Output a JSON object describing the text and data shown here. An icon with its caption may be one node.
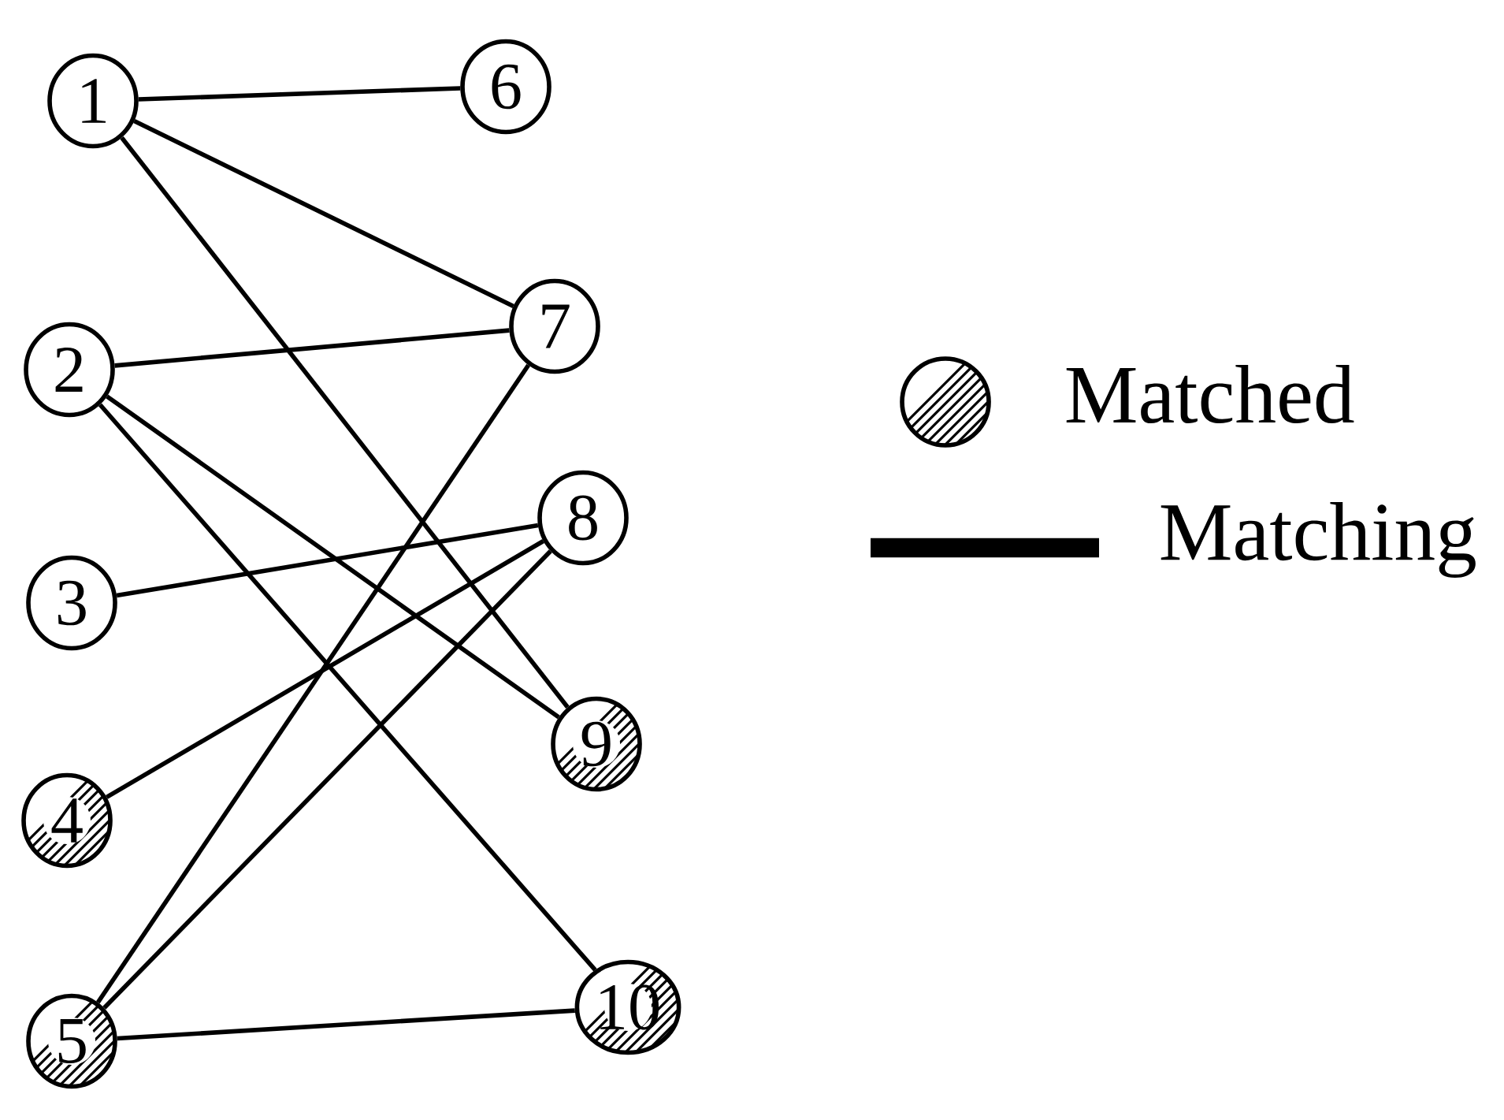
{
  "diagram": {
    "nodes": [
      {
        "text": [
          "1"
        ]
      },
      {
        "text": [
          "2"
        ]
      },
      {
        "text": [
          "3"
        ]
      },
      {
        "text": [
          "4"
        ]
      },
      {
        "text": [
          "5"
        ]
      },
      {
        "text": [
          "6"
        ]
      },
      {
        "text": [
          "7"
        ]
      },
      {
        "text": [
          "8"
        ]
      },
      {
        "text": [
          "9"
        ]
      },
      {
        "text": [
          "10"
        ]
      }
    ],
    "edges": [
      {
        "from": 0,
        "to": 5,
        "arrow": "none"
      },
      {
        "from": 0,
        "to": 6,
        "arrow": "none"
      },
      {
        "from": 0,
        "to": 8,
        "arrow": "none"
      },
      {
        "from": 1,
        "to": 6,
        "arrow": "none"
      },
      {
        "from": 1,
        "to": 8,
        "arrow": "none"
      },
      {
        "from": 1,
        "to": 9,
        "arrow": "none"
      },
      {
        "from": 2,
        "to": 7,
        "arrow": "none"
      },
      {
        "from": 3,
        "to": 7,
        "arrow": "none"
      },
      {
        "from": 4,
        "to": 6,
        "arrow": "none"
      },
      {
        "from": 4,
        "to": 7,
        "arrow": "none"
      },
      {
        "from": 4,
        "to": 9,
        "arrow": "none"
      }
    ],
    "legend": [
      {
        "text": "Matched"
      },
      {
        "text": "Matching"
      }
    ]
  }
}
